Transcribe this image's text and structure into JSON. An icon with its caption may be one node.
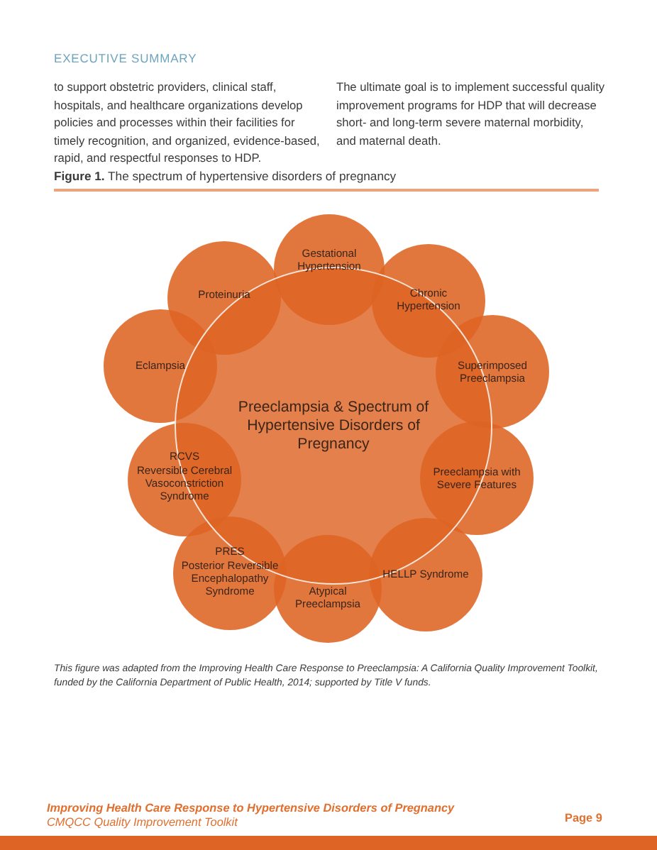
{
  "diagram": {
    "title": "**Figure 1.** The spectrum of hypertensive disorders of pregnancy",
    "caption": "This figure was adapted from the Improving Health Care Response to Preeclampsia: A California Quality Improvement Toolkit, funded by the California Department of Public Health, 2014; supported by Title V funds.",
    "nodes": [
      {
        "text": [
          "Preeclampsia & Spectrum of Hypertensive Disorders of Pregnancy"
        ]
      },
      {
        "text": [
          "Gestational Hypertension"
        ]
      },
      {
        "text": [
          "Chronic Hypertension"
        ]
      },
      {
        "text": [
          "Superimposed Preeclampsia"
        ]
      },
      {
        "text": [
          "Preeclampsia with Severe Features"
        ]
      },
      {
        "text": [
          "HELLP Syndrome"
        ]
      },
      {
        "text": [
          "Atypical Preeclampsia"
        ]
      },
      {
        "text": [
          "PRES",
          "Posterior Reversible Encephalopathy Syndrome"
        ]
      },
      {
        "text": [
          "RCVS",
          "Reversible Cerebral Vasoconstriction Syndrome"
        ]
      },
      {
        "text": [
          "Eclampsia"
        ]
      },
      {
        "text": [
          "Proteinuria"
        ]
      }
    ],
    "edges": [],
    "labels": [
      "EXECUTIVE SUMMARY",
      "to support obstetric providers, clinical staff, hospitals, and healthcare organizations develop policies and processes within their facilities for timely recognition, and organized, evidence-based, rapid, and respectful responses to HDP.",
      "The ultimate goal is to implement successful quality improvement programs for HDP that will decrease short- and long-term severe maternal morbidity, and maternal death.",
      "Improving Health Care Response to Hypertensive Disorders of Pregnancy",
      "CMQCC Quality Improvement Toolkit",
      "Page 9"
    ]
  }
}
